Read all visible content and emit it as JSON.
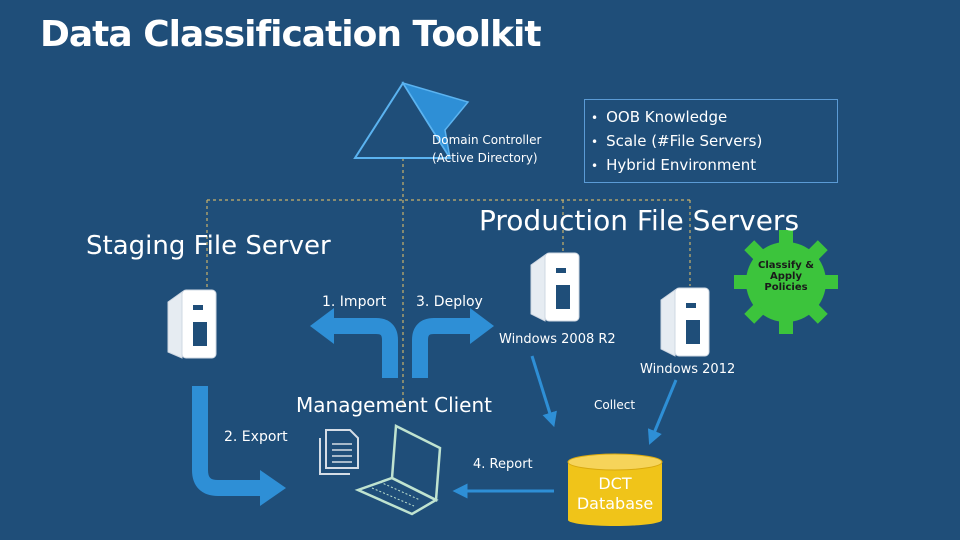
{
  "title": "Data Classification Toolkit",
  "domain_controller": {
    "line1": "Domain Controller",
    "line2": "(Active Directory)"
  },
  "bullets": [
    "OOB Knowledge",
    "Scale (#File Servers)",
    "Hybrid Environment"
  ],
  "production_label": "Production File Servers",
  "staging_label": "Staging File Server",
  "steps": {
    "import": "1. Import",
    "export": "2. Export",
    "deploy": "3. Deploy",
    "report": "4. Report",
    "collect": "Collect"
  },
  "server_labels": {
    "win2008": "Windows 2008 R2",
    "win2012": "Windows 2012"
  },
  "management_label": "Management Client",
  "gear": {
    "line1": "Classify &",
    "line2": "Apply",
    "line3": "Policies"
  },
  "database": {
    "line1": "DCT",
    "line2": "Database"
  },
  "colors": {
    "background": "#1f4e79",
    "arrow": "#2e8fd6",
    "gear": "#3cc43c",
    "database": "#f0c419",
    "triangle": "#2e8fd6"
  }
}
